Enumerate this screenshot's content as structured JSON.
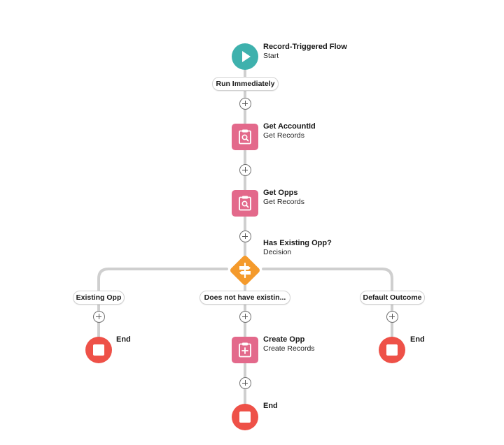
{
  "flow": {
    "start": {
      "title": "Record-Triggered Flow",
      "subtitle": "Start",
      "icon": "play-icon"
    },
    "run_pill": "Run Immediately",
    "get_accountid": {
      "title": "Get AccountId",
      "subtitle": "Get Records",
      "icon": "clipboard-search-icon"
    },
    "get_opps": {
      "title": "Get Opps",
      "subtitle": "Get Records",
      "icon": "clipboard-search-icon"
    },
    "decision": {
      "title": "Has Existing Opp?",
      "subtitle": "Decision",
      "icon": "decision-icon"
    },
    "branches": {
      "left": {
        "pill": "Existing Opp",
        "end_label": "End"
      },
      "center": {
        "pill": "Does not have existin...",
        "create": {
          "title": "Create Opp",
          "subtitle": "Create Records",
          "icon": "clipboard-plus-icon"
        },
        "end_label": "End"
      },
      "right": {
        "pill": "Default Outcome",
        "end_label": "End"
      }
    }
  },
  "colors": {
    "start": "#3eb1ad",
    "records": "#e3698b",
    "decision": "#f49a2c",
    "end": "#ee5148",
    "connector": "#cfcfcf"
  }
}
